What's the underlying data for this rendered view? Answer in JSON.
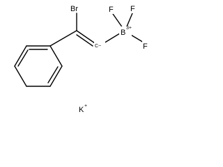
{
  "molecule": {
    "atoms": {
      "bromine": "Br",
      "boron": "B",
      "boron_charge": "3+",
      "carbanion_charge": "C−",
      "fluorine_top_left": "F",
      "fluorine_top_right": "F",
      "fluorine_right": "F"
    },
    "counterion": {
      "symbol": "K",
      "charge": "+"
    }
  }
}
